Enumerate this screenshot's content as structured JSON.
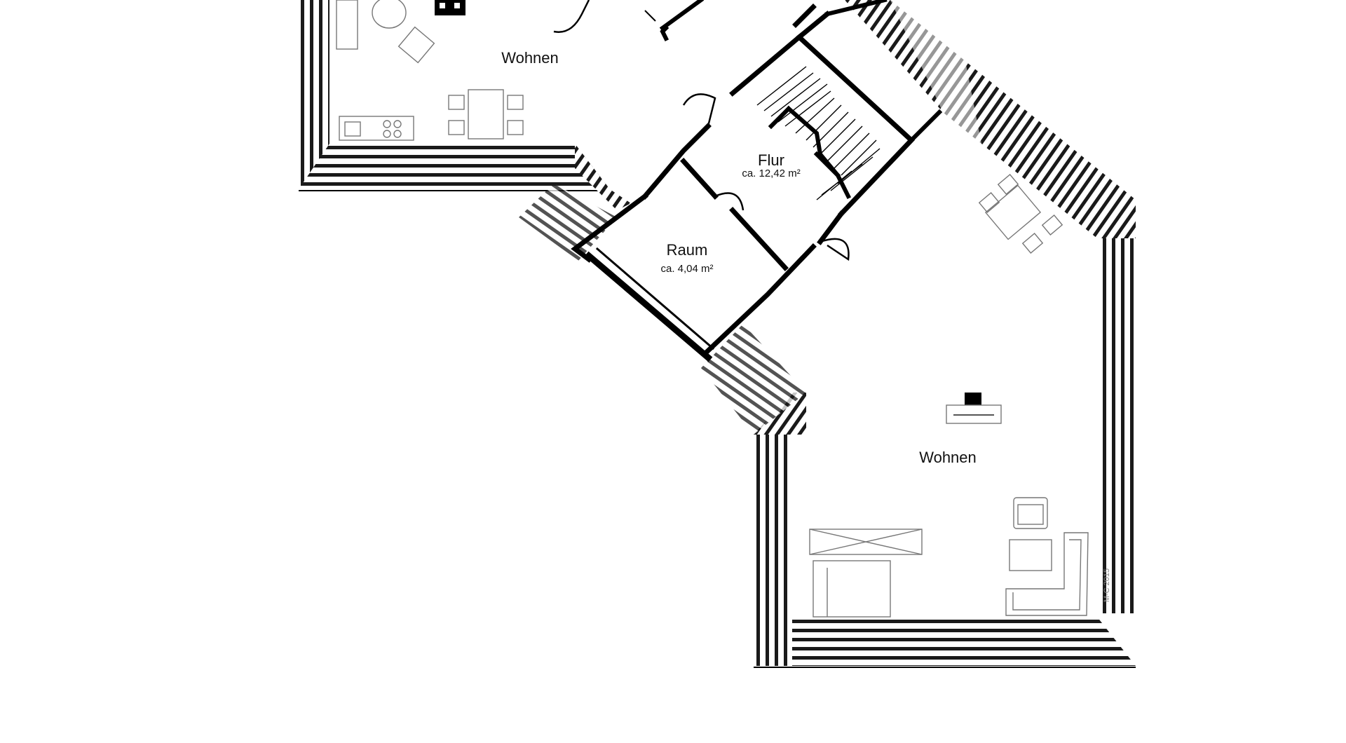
{
  "rooms": {
    "wohnen_top": {
      "name": "Wohnen"
    },
    "flur": {
      "name": "Flur",
      "area": "ca. 12,42 m²"
    },
    "raum": {
      "name": "Raum",
      "area": "ca. 4,04 m²"
    },
    "wohnen_bottom": {
      "name": "Wohnen"
    }
  },
  "copyright": "M-C 2015",
  "colors": {
    "wall": "#000000",
    "roof_edge": "#1a1a1a",
    "furniture": "#777777",
    "background": "#ffffff"
  }
}
